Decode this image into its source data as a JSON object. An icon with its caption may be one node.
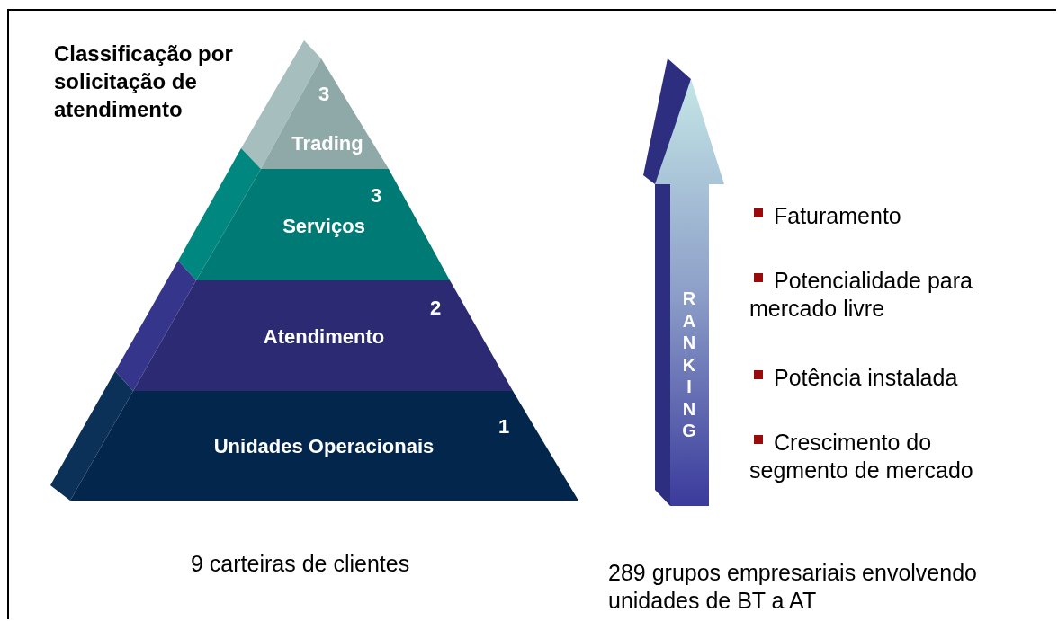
{
  "diagram": {
    "title": "Classificação por solicitação de atendimento",
    "nodes": [
      {
        "text": [
          "3",
          "Trading"
        ]
      },
      {
        "text": [
          "3",
          "Serviços"
        ]
      },
      {
        "text": [
          "2",
          "Atendimento"
        ]
      },
      {
        "text": [
          "1",
          "Unidades Operacionais"
        ]
      },
      {
        "text": [
          "RANKING"
        ]
      }
    ],
    "labels": [
      "Faturamento",
      "Potencialidade para mercado livre",
      "Potência instalada",
      "Crescimento do segmento de mercado",
      "9 carteiras de clientes",
      "289 grupos empresariais envolvendo unidades de BT a AT"
    ]
  }
}
